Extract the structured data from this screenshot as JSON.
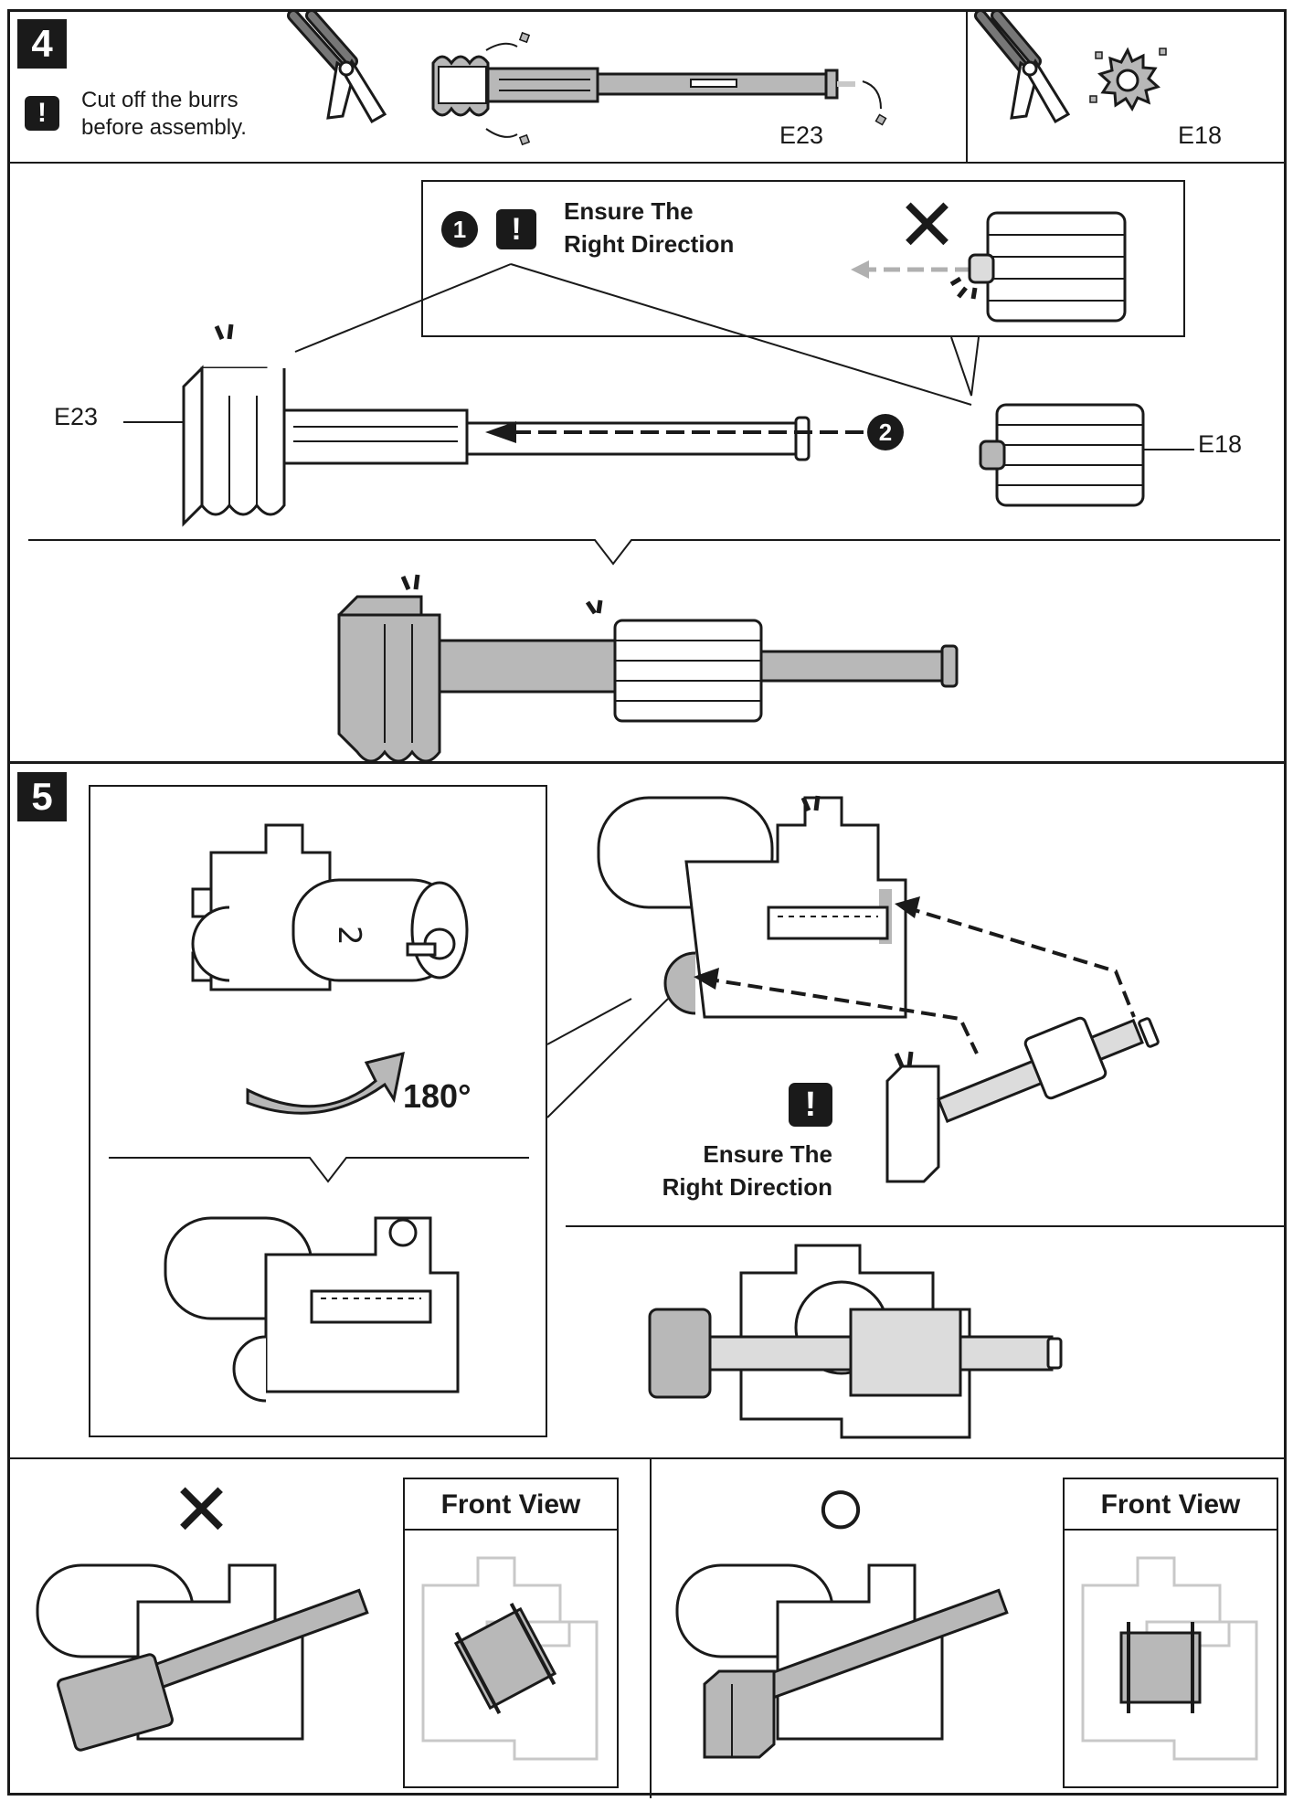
{
  "step4": {
    "number": "4",
    "warning_glyph": "!",
    "note_line1": "Cut off the burrs",
    "note_line2": "before assembly.",
    "part_e23": "E23",
    "part_e18": "E18",
    "callout_number_1": "1",
    "callout_number_2": "2",
    "callout_line1": "Ensure The",
    "callout_line2": "Right Direction",
    "wrong_mark": "✕"
  },
  "step5": {
    "number": "5",
    "rotation_label": "180°",
    "warning_glyph": "!",
    "direction_line1": "Ensure The",
    "direction_line2": "Right Direction"
  },
  "comparison": {
    "wrong_mark": "✕",
    "right_mark": "○",
    "front_view_label": "Front View"
  },
  "colors": {
    "ink": "#1a1a1a",
    "part_gray": "#b8b8b8",
    "light_gray": "#dcdcdc",
    "ghost_line": "#c8c8c8"
  },
  "icons": [
    "nipper-icon",
    "warning-icon",
    "gear-icon",
    "wrong-x-icon",
    "correct-circle-icon",
    "rotate-arrow-icon"
  ]
}
